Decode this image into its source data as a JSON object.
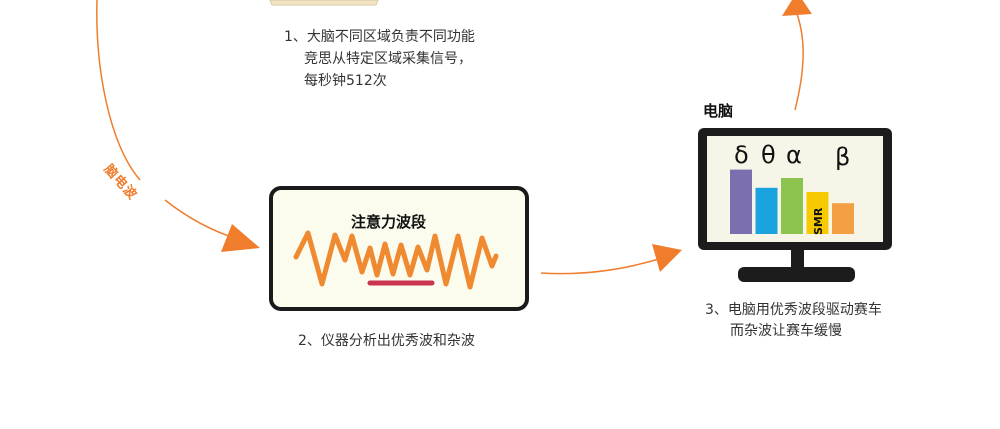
{
  "step1": {
    "line1": "1、大脑不同区域负责不同功能",
    "line2": "竞思从特定区域采集信号，",
    "line3": "每秒钟512次"
  },
  "arc_label": "脑电波",
  "wave_box": {
    "title": "注意力波段"
  },
  "step2": {
    "line1": "2、仪器分析出优秀波和杂波"
  },
  "computer": {
    "label": "电脑",
    "greek": [
      "δ",
      "θ",
      "α",
      "β"
    ],
    "bars": [
      {
        "name": "delta",
        "level": 0.92,
        "color": "#7b6fb0"
      },
      {
        "name": "theta",
        "level": 0.66,
        "color": "#1ba3df"
      },
      {
        "name": "alpha",
        "level": 0.8,
        "color": "#8dc34f"
      },
      {
        "name": "SMR",
        "level": 0.6,
        "color": "#f7ca00",
        "label": "SMR"
      },
      {
        "name": "beta",
        "level": 0.44,
        "color": "#f2a043"
      }
    ]
  },
  "step3": {
    "line1": "3、电脑用优秀波段驱动赛车",
    "line2": "而杂波让赛车缓慢"
  },
  "colors": {
    "arrow": "#ef7d2c",
    "wave": "#ef8a30",
    "underline": "#c9344f"
  }
}
